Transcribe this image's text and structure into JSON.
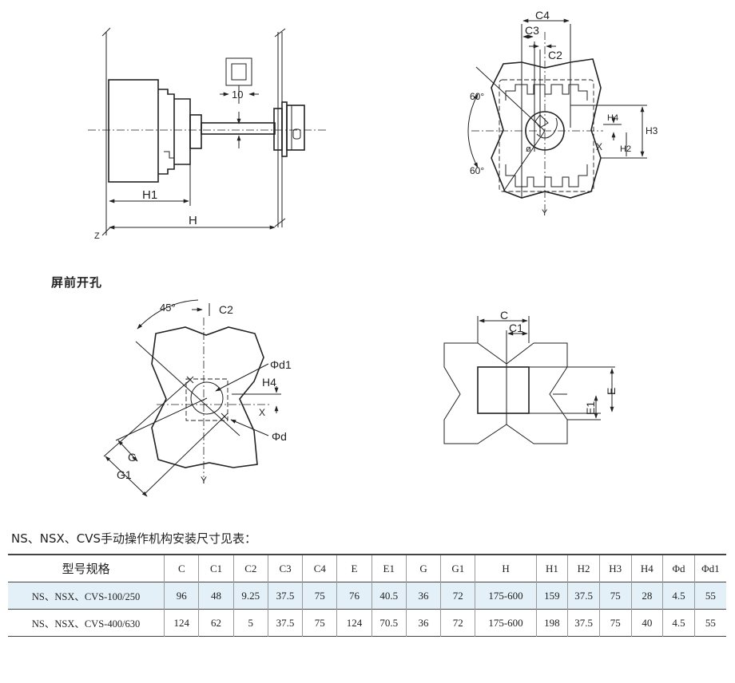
{
  "labels": {
    "side_view": {
      "H1": "H1",
      "H": "H",
      "dim10": "10",
      "Z": "Z"
    },
    "front_view": {
      "C4": "C4",
      "C3": "C3",
      "C2": "C2",
      "angle_top": "60°",
      "angle_bottom": "60°",
      "H4": "H4",
      "H3": "H3",
      "H2": "H2",
      "X": "X",
      "Y": "Y",
      "phi": "ø"
    },
    "cutout": {
      "angle": "45°",
      "C2": "C2",
      "phid1": "Φd1",
      "H4": "H4",
      "X": "X",
      "phid": "Φd",
      "G": "G",
      "G1": "G1",
      "Y": "Y"
    },
    "section": {
      "C": "C",
      "C1": "C1",
      "E": "E",
      "E1": "E1"
    }
  },
  "section_title": "屏前开孔",
  "table_title": "NS、NSX、CVS手动操作机构安装尺寸见表：",
  "table": {
    "headers": [
      "型号规格",
      "C",
      "C1",
      "C2",
      "C3",
      "C4",
      "E",
      "E1",
      "G",
      "G1",
      "H",
      "H1",
      "H2",
      "H3",
      "H4",
      "Φd",
      "Φd1"
    ],
    "rows": [
      [
        "NS、NSX、CVS-100/250",
        "96",
        "48",
        "9.25",
        "37.5",
        "75",
        "76",
        "40.5",
        "36",
        "72",
        "175-600",
        "159",
        "37.5",
        "75",
        "28",
        "4.5",
        "55"
      ],
      [
        "NS、NSX、CVS-400/630",
        "124",
        "62",
        "5",
        "37.5",
        "75",
        "124",
        "70.5",
        "36",
        "72",
        "175-600",
        "198",
        "37.5",
        "75",
        "40",
        "4.5",
        "55"
      ]
    ]
  }
}
